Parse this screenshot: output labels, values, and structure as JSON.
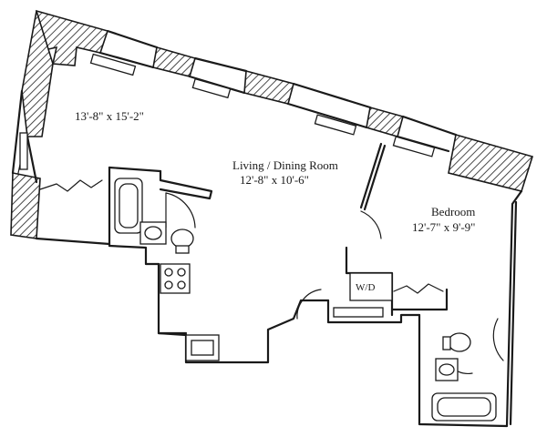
{
  "rooms": [
    {
      "name": "",
      "dimensions": "13'-8\" x 15'-2\""
    },
    {
      "name": "Living / Dining Room",
      "dimensions": "12'-8\" x 10'-6\""
    },
    {
      "name": "Bedroom",
      "dimensions": "12'-7\" x 9'-9\""
    }
  ],
  "appliances": {
    "washer_dryer": "W/D"
  }
}
